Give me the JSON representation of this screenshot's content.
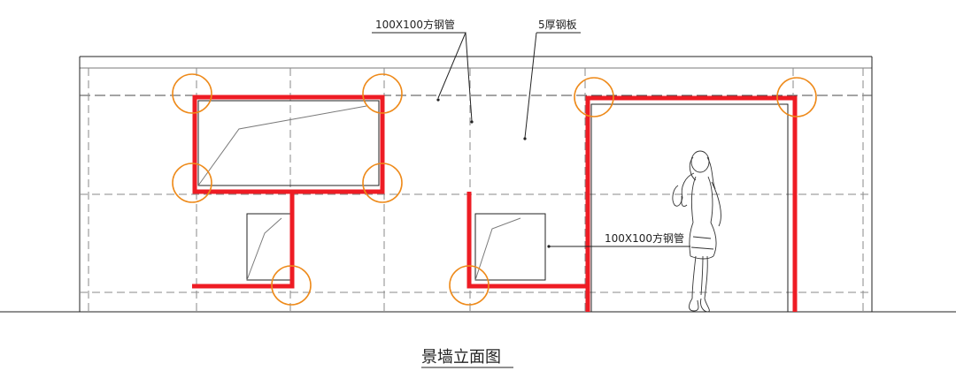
{
  "drawing": {
    "title": "景墙立面图",
    "labels": {
      "top_left": "100X100方钢管",
      "top_right": "5厚钢板",
      "middle": "100X100方钢管"
    },
    "colors": {
      "steel_frame": "#ee1c24",
      "joint_circles": "#ee8a1a",
      "linework": "#222222",
      "dashed_grid": "#8a8a8a"
    }
  }
}
